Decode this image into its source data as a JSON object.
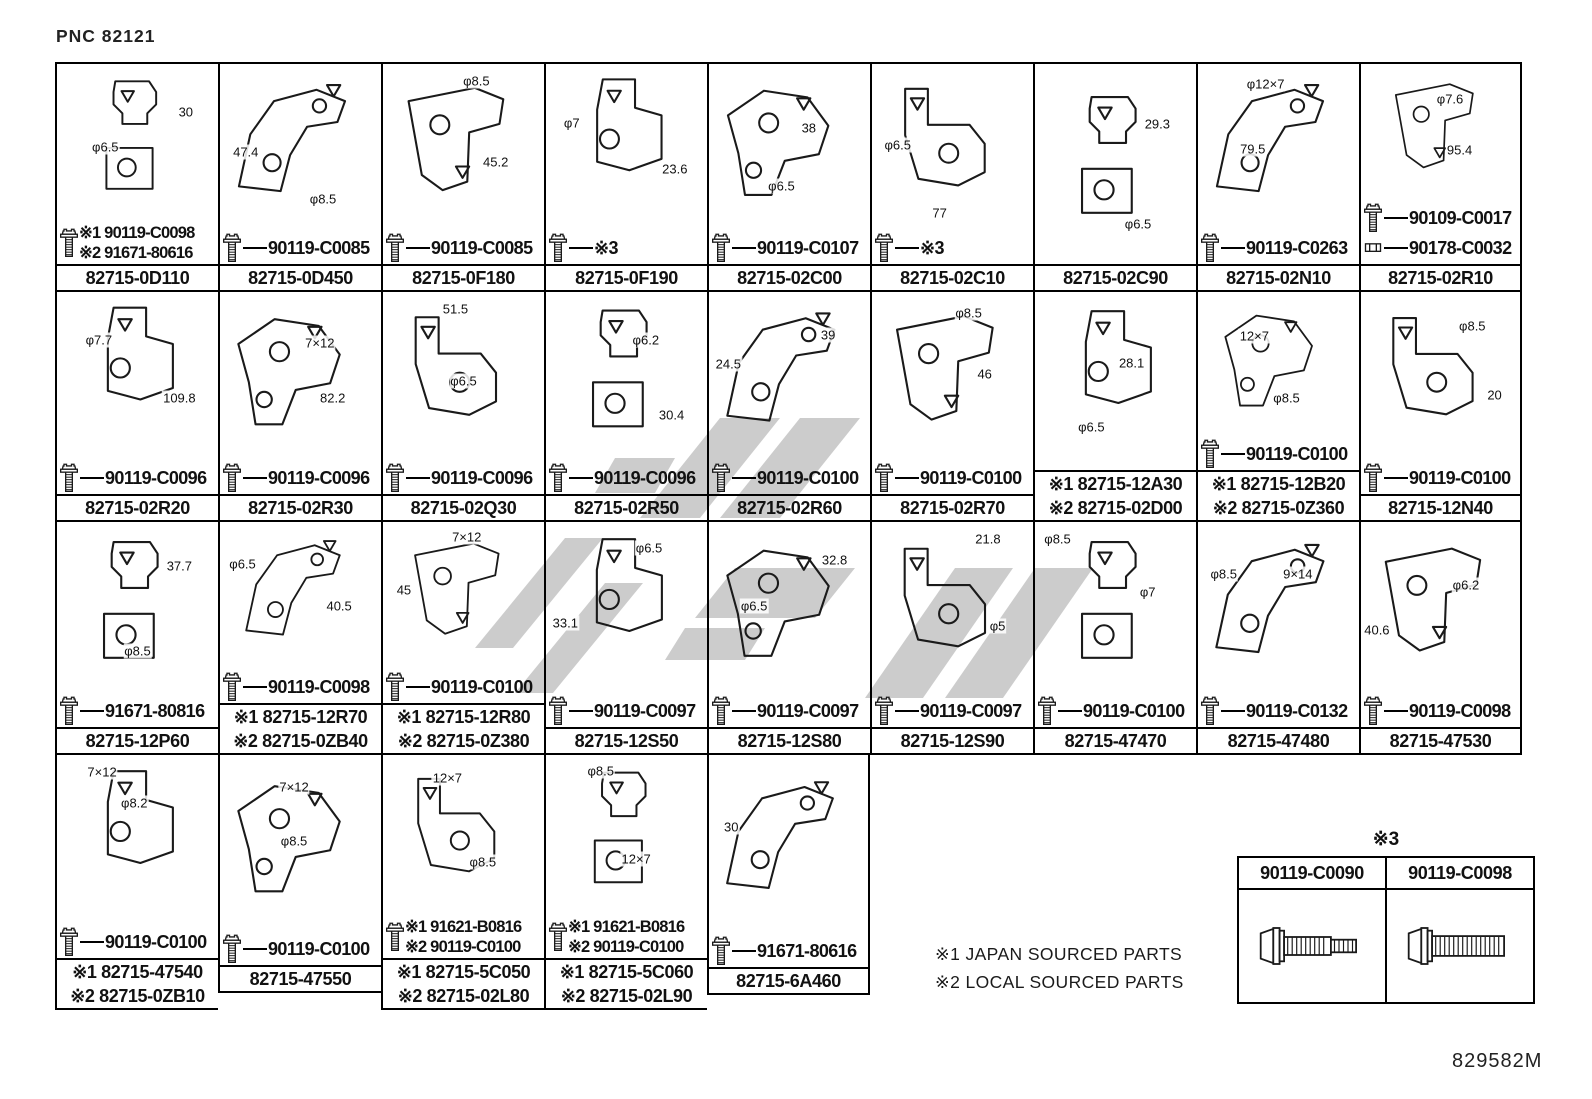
{
  "title": "PNC 82121",
  "doc_code": "829582M",
  "notes": [
    "※1 JAPAN SOURCED PARTS",
    "※2 LOCAL SOURCED PARTS"
  ],
  "hardware_table": {
    "label": "※3",
    "columns": [
      "90119-C0090",
      "90119-C0098"
    ],
    "icons": [
      "bolt-horizontal",
      "bolt-horizontal"
    ]
  },
  "colors": {
    "line": "#1a1a1a",
    "watermark": "#9b9b9b",
    "background": "#ffffff"
  },
  "grid": {
    "rows": [
      {
        "cells": [
          {
            "part": [
              "82715-0D110"
            ],
            "bolts": [
              {
                "icon": "bolt",
                "lines": [
                  "※1 90119-C0098",
                  "※2 91671-80616"
                ]
              }
            ],
            "dims": [
              [
                "30",
                0.8,
                0.3
              ],
              [
                "φ6.5",
                0.3,
                0.52
              ]
            ]
          },
          {
            "part": [
              "82715-0D450"
            ],
            "bolts": [
              {
                "icon": "bolt",
                "lines": [
                  "90119-C0085"
                ]
              }
            ],
            "dims": [
              [
                "47.4",
                0.16,
                0.52
              ],
              [
                "φ8.5",
                0.64,
                0.8
              ]
            ]
          },
          {
            "part": [
              "82715-0F180"
            ],
            "bolts": [
              {
                "icon": "bolt",
                "lines": [
                  "90119-C0085"
                ]
              }
            ],
            "dims": [
              [
                "φ8.5",
                0.58,
                0.1
              ],
              [
                "45.2",
                0.7,
                0.58
              ]
            ]
          },
          {
            "part": [
              "82715-0F190"
            ],
            "bolts": [
              {
                "icon": "bolt",
                "lines": [
                  "※3"
                ]
              }
            ],
            "dims": [
              [
                "φ7",
                0.16,
                0.35
              ],
              [
                "23.6",
                0.8,
                0.62
              ]
            ]
          },
          {
            "part": [
              "82715-02C00"
            ],
            "bolts": [
              {
                "icon": "bolt",
                "lines": [
                  "90119-C0107"
                ]
              }
            ],
            "dims": [
              [
                "38",
                0.62,
                0.38
              ],
              [
                "φ6.5",
                0.45,
                0.72
              ]
            ]
          },
          {
            "part": [
              "82715-02C10"
            ],
            "bolts": [
              {
                "icon": "bolt",
                "lines": [
                  "※3"
                ]
              }
            ],
            "dims": [
              [
                "φ6.5",
                0.16,
                0.48
              ],
              [
                "77",
                0.42,
                0.88
              ]
            ]
          },
          {
            "part": [
              "82715-02C90"
            ],
            "bolts": [],
            "dims": [
              [
                "29.3",
                0.76,
                0.3
              ],
              [
                "φ6.5",
                0.64,
                0.8
              ]
            ]
          },
          {
            "part": [
              "82715-02N10"
            ],
            "bolts": [
              {
                "icon": "bolt",
                "lines": [
                  "90119-C0263"
                ]
              }
            ],
            "dims": [
              [
                "φ12×7",
                0.42,
                0.12
              ],
              [
                "79.5",
                0.34,
                0.5
              ]
            ]
          },
          {
            "part": [
              "82715-02R10"
            ],
            "bolts": [
              {
                "icon": "bolt",
                "lines": [
                  "90109-C0017"
                ]
              },
              {
                "icon": "nut",
                "lines": [
                  "90178-C0032"
                ]
              }
            ],
            "dims": [
              [
                "φ7.6",
                0.56,
                0.25
              ],
              [
                "95.4",
                0.62,
                0.62
              ]
            ]
          }
        ]
      },
      {
        "cells": [
          {
            "part": [
              "82715-02R20"
            ],
            "bolts": [
              {
                "icon": "bolt",
                "lines": [
                  "90119-C0096"
                ]
              }
            ],
            "dims": [
              [
                "φ7.7",
                0.26,
                0.28
              ],
              [
                "109.8",
                0.76,
                0.62
              ]
            ]
          },
          {
            "part": [
              "82715-02R30"
            ],
            "bolts": [
              {
                "icon": "bolt",
                "lines": [
                  "90119-C0096"
                ]
              }
            ],
            "dims": [
              [
                "7×12",
                0.62,
                0.3
              ],
              [
                "82.2",
                0.7,
                0.62
              ]
            ]
          },
          {
            "part": [
              "82715-02Q30"
            ],
            "bolts": [
              {
                "icon": "bolt",
                "lines": [
                  "90119-C0096"
                ]
              }
            ],
            "dims": [
              [
                "51.5",
                0.45,
                0.1
              ],
              [
                "φ6.5",
                0.5,
                0.52
              ]
            ]
          },
          {
            "part": [
              "82715-02R50"
            ],
            "bolts": [
              {
                "icon": "bolt",
                "lines": [
                  "90119-C0096"
                ]
              }
            ],
            "dims": [
              [
                "φ6.2",
                0.62,
                0.28
              ],
              [
                "30.4",
                0.78,
                0.72
              ]
            ]
          },
          {
            "part": [
              "82715-02R60"
            ],
            "bolts": [
              {
                "icon": "bolt",
                "lines": [
                  "90119-C0100"
                ]
              }
            ],
            "dims": [
              [
                "24.5",
                0.12,
                0.42
              ],
              [
                "39",
                0.74,
                0.25
              ]
            ]
          },
          {
            "part": [
              "82715-02R70"
            ],
            "bolts": [
              {
                "icon": "bolt",
                "lines": [
                  "90119-C0100"
                ]
              }
            ],
            "dims": [
              [
                "φ8.5",
                0.6,
                0.12
              ],
              [
                "46",
                0.7,
                0.48
              ]
            ]
          },
          {
            "part": [
              "※1 82715-12A30",
              "※2 82715-02D00"
            ],
            "bolts": [],
            "dims": [
              [
                "28.1",
                0.6,
                0.4
              ],
              [
                "φ6.5",
                0.35,
                0.76
              ]
            ]
          },
          {
            "part": [
              "※1 82715-12B20",
              "※2 82715-0Z360"
            ],
            "bolts": [
              {
                "icon": "bolt",
                "lines": [
                  "90119-C0100"
                ]
              }
            ],
            "dims": [
              [
                "12×7",
                0.35,
                0.3
              ],
              [
                "φ8.5",
                0.55,
                0.72
              ]
            ]
          },
          {
            "part": [
              "82715-12N40"
            ],
            "bolts": [
              {
                "icon": "bolt",
                "lines": [
                  "90119-C0100"
                ]
              }
            ],
            "dims": [
              [
                "φ8.5",
                0.7,
                0.2
              ],
              [
                "20",
                0.84,
                0.6
              ]
            ]
          }
        ]
      },
      {
        "cells": [
          {
            "part": [
              "82715-12P60"
            ],
            "bolts": [
              {
                "icon": "bolt",
                "lines": [
                  "91671-80816"
                ]
              }
            ],
            "dims": [
              [
                "37.7",
                0.76,
                0.25
              ],
              [
                "φ8.5",
                0.5,
                0.74
              ]
            ]
          },
          {
            "part": [
              "※1 82715-12R70",
              "※2 82715-0ZB40"
            ],
            "bolts": [
              {
                "icon": "bolt",
                "lines": [
                  "90119-C0098"
                ]
              }
            ],
            "dims": [
              [
                "φ6.5",
                0.14,
                0.28
              ],
              [
                "40.5",
                0.74,
                0.56
              ]
            ]
          },
          {
            "part": [
              "※1 82715-12R80",
              "※2 82715-0Z380"
            ],
            "bolts": [
              {
                "icon": "bolt",
                "lines": [
                  "90119-C0100"
                ]
              }
            ],
            "dims": [
              [
                "7×12",
                0.52,
                0.1
              ],
              [
                "45",
                0.13,
                0.45
              ]
            ]
          },
          {
            "part": [
              "82715-12S50"
            ],
            "bolts": [
              {
                "icon": "bolt",
                "lines": [
                  "90119-C0097"
                ]
              }
            ],
            "dims": [
              [
                "φ6.5",
                0.64,
                0.15
              ],
              [
                "33.1",
                0.12,
                0.58
              ]
            ]
          },
          {
            "part": [
              "82715-12S80"
            ],
            "bolts": [
              {
                "icon": "bolt",
                "lines": [
                  "90119-C0097"
                ]
              }
            ],
            "dims": [
              [
                "32.8",
                0.78,
                0.22
              ],
              [
                "φ6.5",
                0.28,
                0.48
              ]
            ]
          },
          {
            "part": [
              "82715-12S90"
            ],
            "bolts": [
              {
                "icon": "bolt",
                "lines": [
                  "90119-C0097"
                ]
              }
            ],
            "dims": [
              [
                "21.8",
                0.72,
                0.1
              ],
              [
                "φ5",
                0.78,
                0.6
              ]
            ]
          },
          {
            "part": [
              "82715-47470"
            ],
            "bolts": [
              {
                "icon": "bolt",
                "lines": [
                  "90119-C0100"
                ]
              }
            ],
            "dims": [
              [
                "φ8.5",
                0.14,
                0.1
              ],
              [
                "φ7",
                0.7,
                0.4
              ]
            ]
          },
          {
            "part": [
              "82715-47480"
            ],
            "bolts": [
              {
                "icon": "bolt",
                "lines": [
                  "90119-C0132"
                ]
              }
            ],
            "dims": [
              [
                "φ8.5",
                0.16,
                0.3
              ],
              [
                "9×14",
                0.62,
                0.3
              ]
            ]
          },
          {
            "part": [
              "82715-47530"
            ],
            "bolts": [
              {
                "icon": "bolt",
                "lines": [
                  "90119-C0098"
                ]
              }
            ],
            "dims": [
              [
                "φ6.2",
                0.66,
                0.36
              ],
              [
                "40.6",
                0.1,
                0.62
              ]
            ]
          }
        ]
      },
      {
        "cells": [
          {
            "part": [
              "※1 82715-47540",
              "※2 82715-0ZB10"
            ],
            "bolts": [
              {
                "icon": "bolt",
                "lines": [
                  "90119-C0100"
                ]
              }
            ],
            "dims": [
              [
                "7×12",
                0.28,
                0.1
              ],
              [
                "φ8.2",
                0.48,
                0.28
              ]
            ]
          },
          {
            "part": [
              "82715-47550"
            ],
            "bolts": [
              {
                "icon": "bolt",
                "lines": [
                  "90119-C0100"
                ]
              }
            ],
            "dims": [
              [
                "7×12",
                0.46,
                0.18
              ],
              [
                "φ8.5",
                0.46,
                0.48
              ]
            ]
          },
          {
            "part": [
              "※1 82715-5C050",
              "※2 82715-02L80"
            ],
            "bolts": [
              {
                "icon": "bolt",
                "lines": [
                  "※1 91621-B0816",
                  "※2 90119-C0100"
                ]
              }
            ],
            "dims": [
              [
                "12×7",
                0.4,
                0.14
              ],
              [
                "φ8.5",
                0.62,
                0.66
              ]
            ]
          },
          {
            "part": [
              "※1 82715-5C060",
              "※2 82715-02L90"
            ],
            "bolts": [
              {
                "icon": "bolt",
                "lines": [
                  "※1 91621-B0816",
                  "※2 90119-C0100"
                ]
              }
            ],
            "dims": [
              [
                "φ8.5",
                0.34,
                0.1
              ],
              [
                "12×7",
                0.56,
                0.64
              ]
            ]
          },
          {
            "part": [
              "82715-6A460"
            ],
            "bolts": [
              {
                "icon": "bolt",
                "lines": [
                  "91671-80616"
                ]
              }
            ],
            "dims": [
              [
                "30",
                0.14,
                0.4
              ]
            ]
          }
        ]
      }
    ]
  }
}
